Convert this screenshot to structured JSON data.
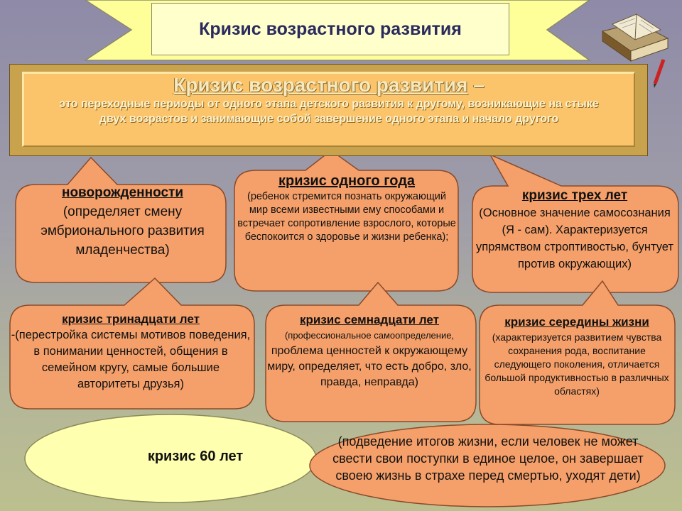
{
  "title": "Кризис возрастного развития",
  "definition": {
    "term": "Кризис возрастного развития",
    "dash": "–",
    "text": "это переходные периоды от одного этапа детского развития к другому, возникающие на стыке двух возрастов и занимающие собой завершение одного этапа и начало другого"
  },
  "crises": {
    "newborn": {
      "heading": "новорожденности",
      "text": "(определяет смену эмбрионального развития младенчества)"
    },
    "one_year": {
      "heading": "кризис одного года",
      "text": "(ребенок стремится познать окружающий мир всеми известными ему способами и встречает сопротивление взрослого, которые беспокоится о здоровье и жизни ребенка);"
    },
    "three_years": {
      "heading": "кризис трех лет",
      "text": "(Основное значение самосознания (Я - сам). Характеризуется упрямством строптивостью, бунтует против окружающих)"
    },
    "thirteen": {
      "heading": "кризис тринадцати лет",
      "text": "-(перестройка системы мотивов поведения, в понимании ценностей, общения в семейном кругу, самые большие авторитеты друзья)"
    },
    "seventeen": {
      "heading": "кризис семнадцати лет",
      "text_small": "(профессиональное самоопределение,",
      "text": "проблема ценностей к окружающему миру, определяет, что есть добро, зло, правда, неправда)"
    },
    "midlife": {
      "heading": "кризис середины жизни",
      "text": "(характеризуется развитием чувства сохранения рода, воспитание следующего поколения, отличается большой продуктивностью в различных областях)"
    },
    "sixty": {
      "heading": "кризис 60 лет",
      "text": "(подведение итогов жизни, если человек не может свести свои поступки в единое целое, он завершает своею жизнь в страхе перед смертью, уходят дети)"
    }
  },
  "colors": {
    "bubble_fill": "#f5a06a",
    "bubble_stroke": "#8a4a2a",
    "ellipse_fill": "#ffffb0",
    "title_fill": "#ffffcc"
  }
}
